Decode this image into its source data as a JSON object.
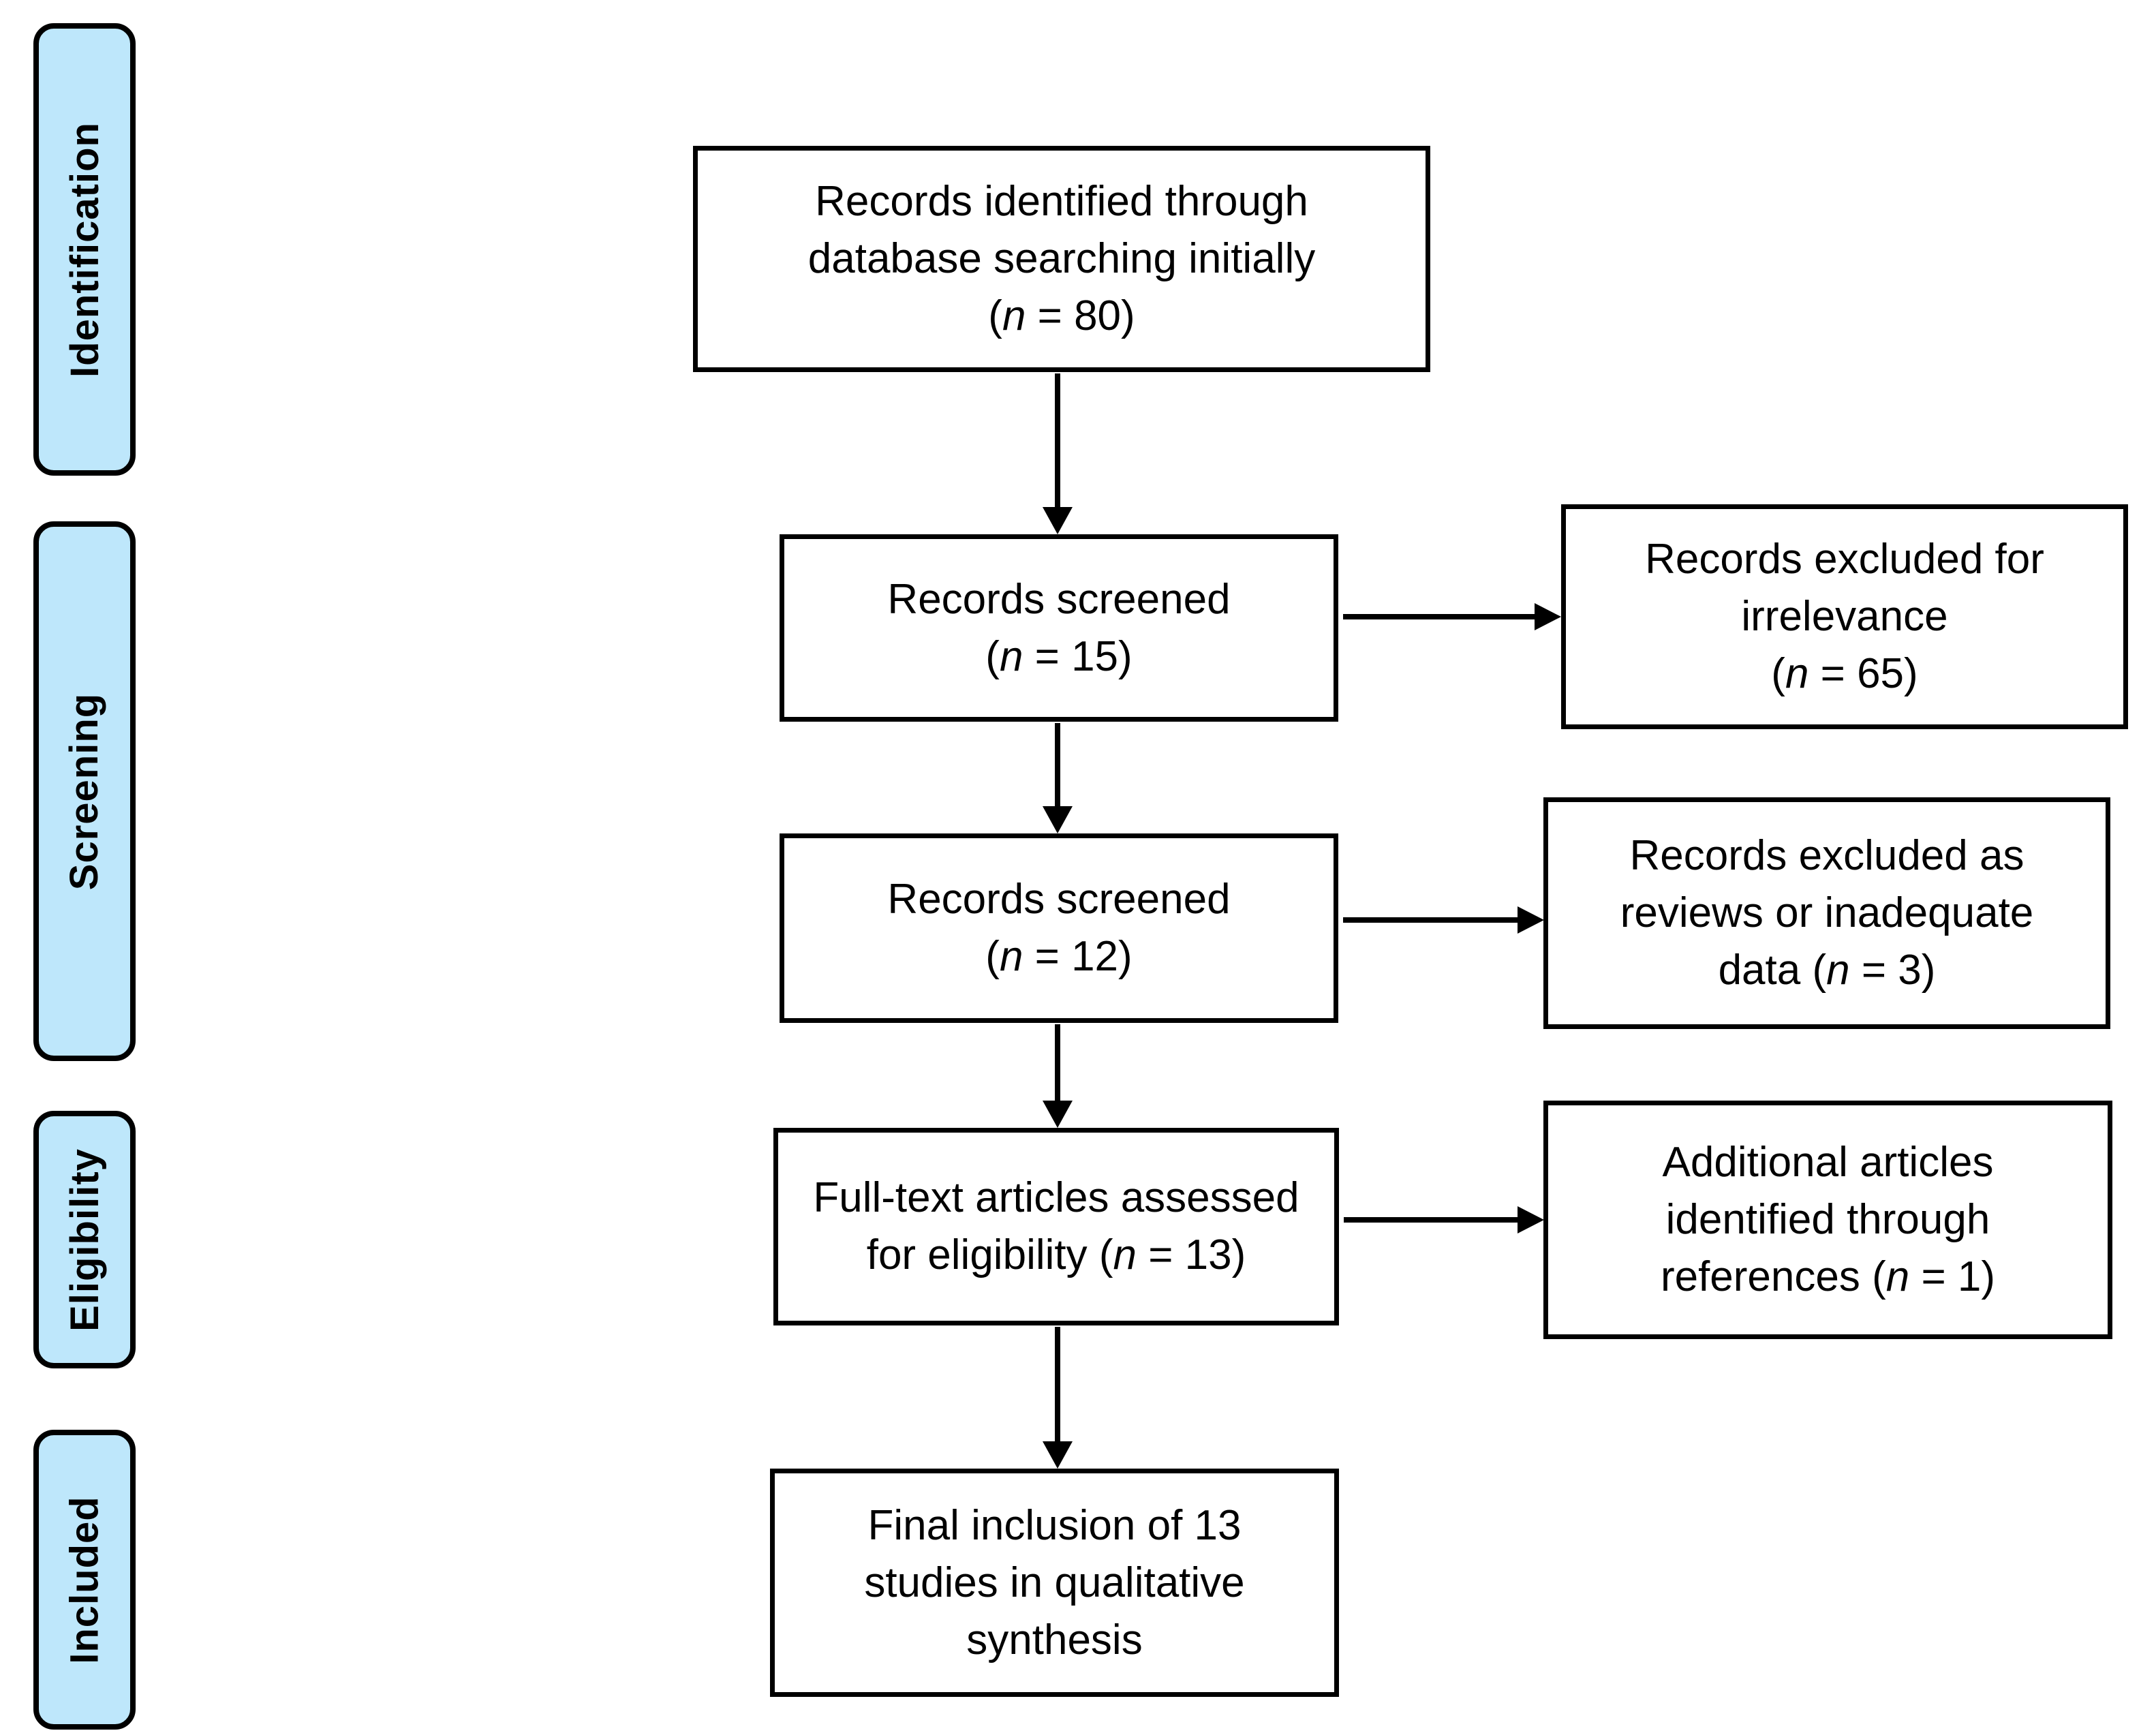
{
  "palette": {
    "stage_fill": "#BEE7FB",
    "line_color": "#000000",
    "box_fill": "#FFFFFF"
  },
  "stages": [
    {
      "id": "identification",
      "label": "Identification"
    },
    {
      "id": "screening",
      "label": "Screening"
    },
    {
      "id": "eligibility",
      "label": "Eligibility"
    },
    {
      "id": "included",
      "label": "Included"
    }
  ],
  "boxes": {
    "main": [
      {
        "id": "records-identified",
        "lines": [
          [
            {
              "t": "Records identified through"
            }
          ],
          [
            {
              "t": "database searching initially"
            }
          ],
          [
            {
              "t": "("
            },
            {
              "t": "n",
              "i": 1
            },
            {
              "t": " = 80)"
            }
          ]
        ]
      },
      {
        "id": "records-screened-1",
        "lines": [
          [
            {
              "t": "Records screened"
            }
          ],
          [
            {
              "t": "("
            },
            {
              "t": "n",
              "i": 1
            },
            {
              "t": " = 15)"
            }
          ]
        ]
      },
      {
        "id": "records-screened-2",
        "lines": [
          [
            {
              "t": "Records screened"
            }
          ],
          [
            {
              "t": "("
            },
            {
              "t": "n",
              "i": 1
            },
            {
              "t": " = 12)"
            }
          ]
        ]
      },
      {
        "id": "fulltext-assessed",
        "lines": [
          [
            {
              "t": "Full-text articles assessed"
            }
          ],
          [
            {
              "t": "for eligibility ("
            },
            {
              "t": "n",
              "i": 1
            },
            {
              "t": " = 13)"
            }
          ]
        ]
      },
      {
        "id": "final-inclusion",
        "lines": [
          [
            {
              "t": "Final inclusion of 13"
            }
          ],
          [
            {
              "t": "studies in qualitative"
            }
          ],
          [
            {
              "t": "synthesis"
            }
          ]
        ]
      }
    ],
    "side": [
      {
        "id": "excluded-irrelevance",
        "lines": [
          [
            {
              "t": "Records excluded for"
            }
          ],
          [
            {
              "t": "irrelevance"
            }
          ],
          [
            {
              "t": "("
            },
            {
              "t": "n",
              "i": 1
            },
            {
              "t": " = 65)"
            }
          ]
        ]
      },
      {
        "id": "excluded-reviews",
        "lines": [
          [
            {
              "t": "Records excluded as"
            }
          ],
          [
            {
              "t": "reviews or inadequate"
            }
          ],
          [
            {
              "t": "data ("
            },
            {
              "t": "n",
              "i": 1
            },
            {
              "t": " = 3)"
            }
          ]
        ]
      },
      {
        "id": "additional-articles",
        "lines": [
          [
            {
              "t": "Additional articles"
            }
          ],
          [
            {
              "t": "identified through"
            }
          ],
          [
            {
              "t": "references ("
            },
            {
              "t": "n",
              "i": 1
            },
            {
              "t": " = 1)"
            }
          ]
        ]
      }
    ]
  }
}
